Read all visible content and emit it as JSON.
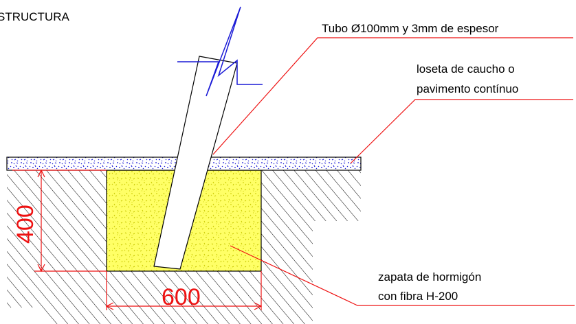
{
  "title": "STRUCTURA",
  "labels": {
    "tube": "Tubo Ø100mm y 3mm de espesor",
    "surface_line1": "loseta de caucho o",
    "surface_line2": "pavimento contínuo",
    "footing_line1": "zapata de hormigón",
    "footing_line2": "con fibra H-200"
  },
  "dimensions": {
    "depth": "400",
    "width": "600"
  },
  "colors": {
    "leader": "#ee1111",
    "dimension": "#ee1111",
    "breakline": "#1a1ad6",
    "concrete_fill": "#ffff66",
    "concrete_speckle": "#c8c800",
    "surface_speckle": "#1a1ad6",
    "outline": "#000000"
  }
}
